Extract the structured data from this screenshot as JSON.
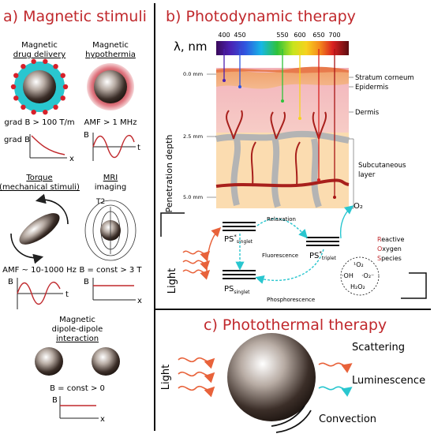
{
  "panel_a": {
    "title": "a) Magnetic stimuli",
    "drug_delivery": {
      "title_l1": "Magnetic",
      "title_l2": "drug delivery",
      "caption": "grad B > 100 T/m",
      "axis_y": "grad B",
      "axis_x": "x"
    },
    "hyperthermia": {
      "title_l1": "Magnetic",
      "title_l2": "hypothermia",
      "caption": "AMF > 1 MHz",
      "axis_y": "B",
      "axis_x": "t"
    },
    "torque": {
      "title_l1": "Torque",
      "title_l2": "(mechanical stimuli)",
      "caption": "AMF ~ 10-1000 Hz",
      "axis_y": "B",
      "axis_x": "t"
    },
    "mri": {
      "title_l1": "MRI",
      "title_l2": "imaging",
      "t2": "T2",
      "caption": "B = const > 3 T",
      "axis_y": "B",
      "axis_x": "x"
    },
    "dipole": {
      "title_l1": "Magnetic",
      "title_l2": "dipole-dipole",
      "title_l3": "interaction",
      "caption": "B = const > 0",
      "axis_y": "B",
      "axis_x": "x"
    }
  },
  "panel_b": {
    "title": "b) Photodynamic therapy",
    "lambda_label": "λ, nm",
    "wavelengths": [
      "400",
      "450",
      "550",
      "600",
      "650",
      "700"
    ],
    "depth_axis_label": "Penetration depth",
    "depth_ticks": [
      "0.0 mm",
      "2.5 mm",
      "5.0 mm"
    ],
    "layers": [
      "Stratum corneum",
      "Epidermis",
      "Dermis",
      "Subcutaneous",
      "layer"
    ],
    "light": "Light",
    "relaxation": "Relaxation",
    "fluorescence": "Fluorescence",
    "phosphorescence": "Phosphorescence",
    "ps_singlet_top": "PS",
    "ps_singlet_top_sup": "*",
    "ps_singlet_top_sub": "singlet",
    "ps_triplet": "PS",
    "ps_triplet_sup": "*",
    "ps_triplet_sub": "triplet",
    "ps_singlet_bottom": "PS",
    "ps_singlet_bottom_sub": "singlet",
    "o2": "O₂",
    "ros": {
      "r": "R",
      "eactive": "eactive",
      "o": "O",
      "xygen": "xygen",
      "s": "S",
      "pecies": "pecies"
    },
    "species": [
      "¹O₂",
      "·OH",
      "·O₂⁻",
      "H₂O₂"
    ]
  },
  "panel_c": {
    "title": "c) Photothermal therapy",
    "light": "Light",
    "scattering": "Scattering",
    "luminescence": "Luminescence",
    "convection": "Convection"
  },
  "colors": {
    "accent_red": "#c0282c",
    "cyan": "#29c6cf",
    "orange_wave": "#e8623a"
  }
}
